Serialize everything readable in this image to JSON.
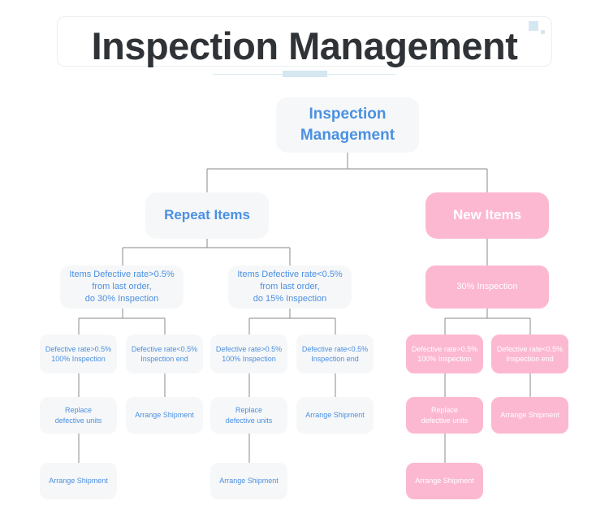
{
  "header": {
    "title": "Inspection Management",
    "deco_color": "#d5e8f2",
    "rule_color": "#dbeaf3"
  },
  "theme": {
    "blue_node_bg": "#f6f7f8",
    "blue_node_text": "#4a90e2",
    "pink_node_bg": "#fcb8d1",
    "pink_node_text": "#ffffff",
    "connector_color": "#8a8a8a"
  },
  "diagram": {
    "type": "tree-flowchart",
    "root": {
      "label": "Inspection\nManagement",
      "line1": "Inspection",
      "line2": "Management",
      "color": "blue"
    },
    "level2": [
      {
        "label": "Repeat Items",
        "color": "blue"
      },
      {
        "label": "New Items",
        "color": "pink"
      }
    ],
    "level3": [
      {
        "line1": "Items Defective rate>0.5%",
        "line2": "from last order,",
        "line3": "do 30% Inspection",
        "color": "blue"
      },
      {
        "line1": "Items Defective rate<0.5%",
        "line2": "from last order,",
        "line3": "do 15% Inspection",
        "color": "blue"
      },
      {
        "line1": "30% Inspection",
        "line2": "",
        "line3": "",
        "color": "pink"
      }
    ],
    "level4": [
      {
        "line1": "Defective rate>0.5%",
        "line2": "100% Inspection",
        "color": "blue"
      },
      {
        "line1": "Defective rate<0.5%",
        "line2": "Inspection end",
        "color": "blue"
      },
      {
        "line1": "Defective rate>0.5%",
        "line2": "100% Inspection",
        "color": "blue"
      },
      {
        "line1": "Defective rate<0.5%",
        "line2": "Inspection end",
        "color": "blue"
      },
      {
        "line1": "Defective rate>0.5%",
        "line2": "100% Inspection",
        "color": "pink"
      },
      {
        "line1": "Defective rate<0.5%",
        "line2": "Inspection end",
        "color": "pink"
      }
    ],
    "level5": [
      {
        "line1": "Replace",
        "line2": "defective units",
        "color": "blue"
      },
      {
        "line1": "Arrange Shipment",
        "line2": "",
        "color": "blue"
      },
      {
        "line1": "Replace",
        "line2": "defective units",
        "color": "blue"
      },
      {
        "line1": "Arrange Shipment",
        "line2": "",
        "color": "blue"
      },
      {
        "line1": "Replace",
        "line2": "defective units",
        "color": "pink"
      },
      {
        "line1": "Arrange Shipment",
        "line2": "",
        "color": "pink"
      }
    ],
    "level6": [
      {
        "line1": "Arrange Shipment",
        "color": "blue"
      },
      {
        "line1": "Arrange Shipment",
        "color": "blue"
      },
      {
        "line1": "Arrange Shipment",
        "color": "pink"
      }
    ]
  }
}
